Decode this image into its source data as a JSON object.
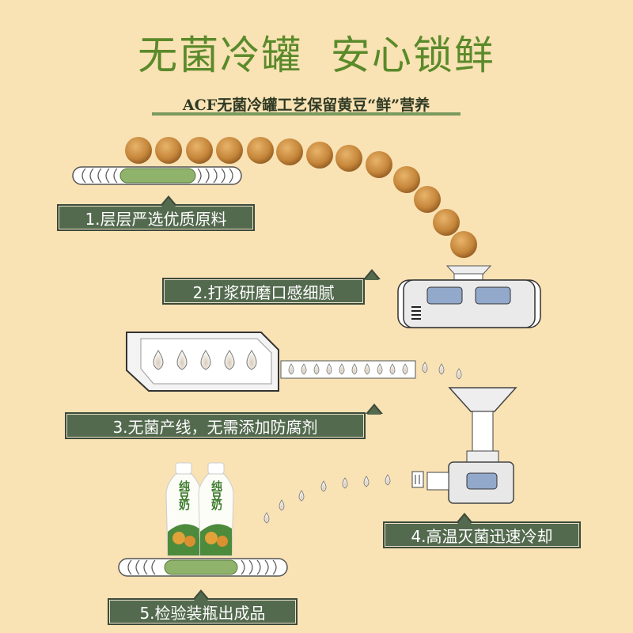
{
  "header": {
    "title": "无菌冷罐  安心锁鲜",
    "subtitle": "ACF无菌冷罐工艺保留黄豆“鲜”营养"
  },
  "steps": [
    {
      "label": "1.层层严选优质原料"
    },
    {
      "label": "2.打浆研磨口感细腻"
    },
    {
      "label": "3.无菌产线，无需添加防腐剂"
    },
    {
      "label": "4.高温灭菌迅速冷却"
    },
    {
      "label": "5.检验装瓶出成品"
    }
  ],
  "product": {
    "name": "纯豆奶"
  },
  "colors": {
    "background": "#f9e2b4",
    "title": "#5a8a2a",
    "label_bg": "#536a4e",
    "bean": "#c8893a"
  }
}
